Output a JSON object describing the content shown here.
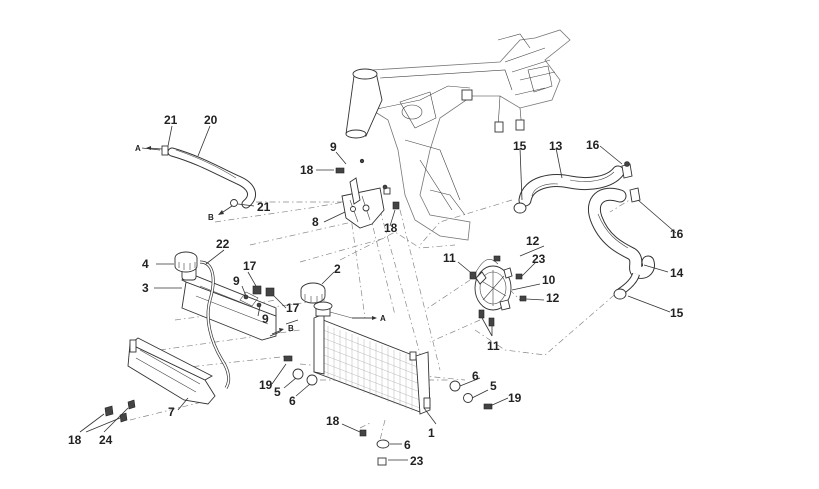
{
  "diagram": {
    "callouts": [
      {
        "id": "c1",
        "label": "1"
      },
      {
        "id": "c2",
        "label": "2"
      },
      {
        "id": "c3",
        "label": "3"
      },
      {
        "id": "c4",
        "label": "4"
      },
      {
        "id": "c5a",
        "label": "5"
      },
      {
        "id": "c5b",
        "label": "5"
      },
      {
        "id": "c6a",
        "label": "6"
      },
      {
        "id": "c6b",
        "label": "6"
      },
      {
        "id": "c6c",
        "label": "6"
      },
      {
        "id": "c7",
        "label": "7"
      },
      {
        "id": "c8",
        "label": "8"
      },
      {
        "id": "c9a",
        "label": "9"
      },
      {
        "id": "c9b",
        "label": "9"
      },
      {
        "id": "c9c",
        "label": "9"
      },
      {
        "id": "c10",
        "label": "10"
      },
      {
        "id": "c11a",
        "label": "11"
      },
      {
        "id": "c11b",
        "label": "11"
      },
      {
        "id": "c12a",
        "label": "12"
      },
      {
        "id": "c12b",
        "label": "12"
      },
      {
        "id": "c13",
        "label": "13"
      },
      {
        "id": "c14",
        "label": "14"
      },
      {
        "id": "c15a",
        "label": "15"
      },
      {
        "id": "c15b",
        "label": "15"
      },
      {
        "id": "c16a",
        "label": "16"
      },
      {
        "id": "c16b",
        "label": "16"
      },
      {
        "id": "c17a",
        "label": "17"
      },
      {
        "id": "c17b",
        "label": "17"
      },
      {
        "id": "c18a",
        "label": "18"
      },
      {
        "id": "c18b",
        "label": "18"
      },
      {
        "id": "c18c",
        "label": "18"
      },
      {
        "id": "c18d",
        "label": "18"
      },
      {
        "id": "c19a",
        "label": "19"
      },
      {
        "id": "c19b",
        "label": "19"
      },
      {
        "id": "c20",
        "label": "20"
      },
      {
        "id": "c21a",
        "label": "21"
      },
      {
        "id": "c21b",
        "label": "21"
      },
      {
        "id": "c22",
        "label": "22"
      },
      {
        "id": "c23a",
        "label": "23"
      },
      {
        "id": "c23b",
        "label": "23"
      },
      {
        "id": "c24",
        "label": "24"
      }
    ],
    "references": [
      {
        "id": "rA1",
        "label": "A"
      },
      {
        "id": "rA2",
        "label": "A"
      },
      {
        "id": "rB1",
        "label": "B"
      },
      {
        "id": "rB2",
        "label": "B"
      }
    ]
  }
}
